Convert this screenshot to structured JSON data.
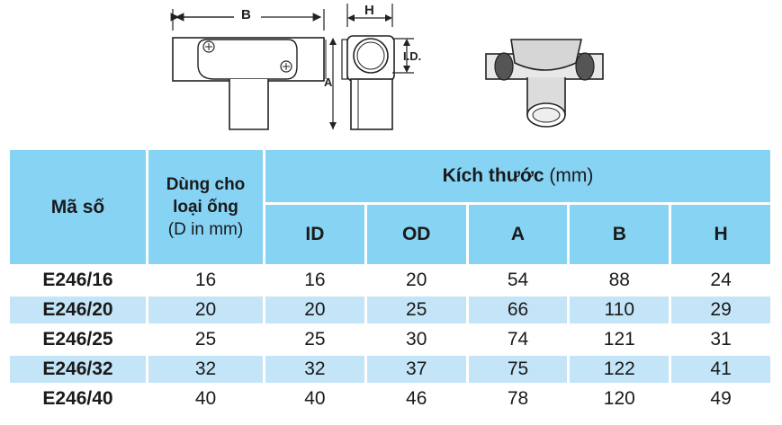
{
  "drawing": {
    "dim_b": "B",
    "dim_h": "H",
    "dim_a": "A",
    "dim_id": "I.D."
  },
  "table": {
    "header_code": "Mã số",
    "header_use_line1": "Dùng cho",
    "header_use_line2": "loại ống",
    "header_use_line3": "(D in mm)",
    "header_group": "Kích thước",
    "header_group_unit": "(mm)",
    "columns": [
      "ID",
      "OD",
      "A",
      "B",
      "H"
    ],
    "rows": [
      {
        "code": "E246/16",
        "d": "16",
        "id": "16",
        "od": "20",
        "a": "54",
        "b": "88",
        "h": "24"
      },
      {
        "code": "E246/20",
        "d": "20",
        "id": "20",
        "od": "25",
        "a": "66",
        "b": "110",
        "h": "29"
      },
      {
        "code": "E246/25",
        "d": "25",
        "id": "25",
        "od": "30",
        "a": "74",
        "b": "121",
        "h": "31"
      },
      {
        "code": "E246/32",
        "d": "32",
        "id": "32",
        "od": "37",
        "a": "75",
        "b": "122",
        "h": "41"
      },
      {
        "code": "E246/40",
        "d": "40",
        "id": "40",
        "od": "46",
        "a": "78",
        "b": "120",
        "h": "49"
      }
    ]
  }
}
